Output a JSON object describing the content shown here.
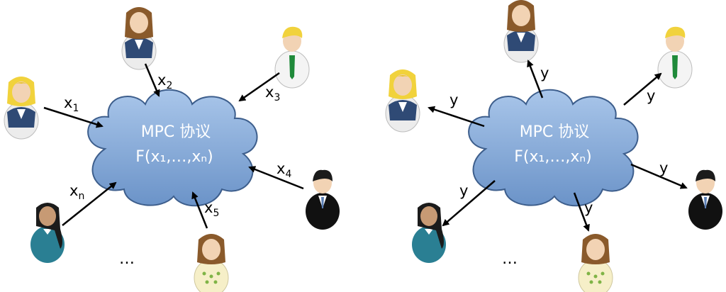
{
  "left": {
    "cloud": {
      "line1": "MPC 协议",
      "line2": "F(x₁,…,xₙ)"
    },
    "inputs": [
      {
        "var": "x",
        "sub": "1"
      },
      {
        "var": "x",
        "sub": "2"
      },
      {
        "var": "x",
        "sub": "3"
      },
      {
        "var": "x",
        "sub": "4"
      },
      {
        "var": "x",
        "sub": "5"
      },
      {
        "var": "x",
        "sub": "n"
      }
    ],
    "ellipsis": "…"
  },
  "right": {
    "cloud": {
      "line1": "MPC 协议",
      "line2": "F(x₁,…,xₙ)"
    },
    "output_label": "y",
    "ellipsis": "…"
  },
  "colors": {
    "cloud_fill": "#7ea6d8",
    "cloud_stroke": "#3d5e8c",
    "hair_blonde": "#f1d23c",
    "hair_brown": "#8a5a2b",
    "hair_black": "#1b1b1b",
    "vest_navy": "#2f4a75",
    "suit_black": "#111111",
    "tie_green": "#1f8a3a",
    "sweater_teal": "#2a7f93",
    "skin": "#f2d3b4",
    "skin_dark": "#c79a74"
  }
}
